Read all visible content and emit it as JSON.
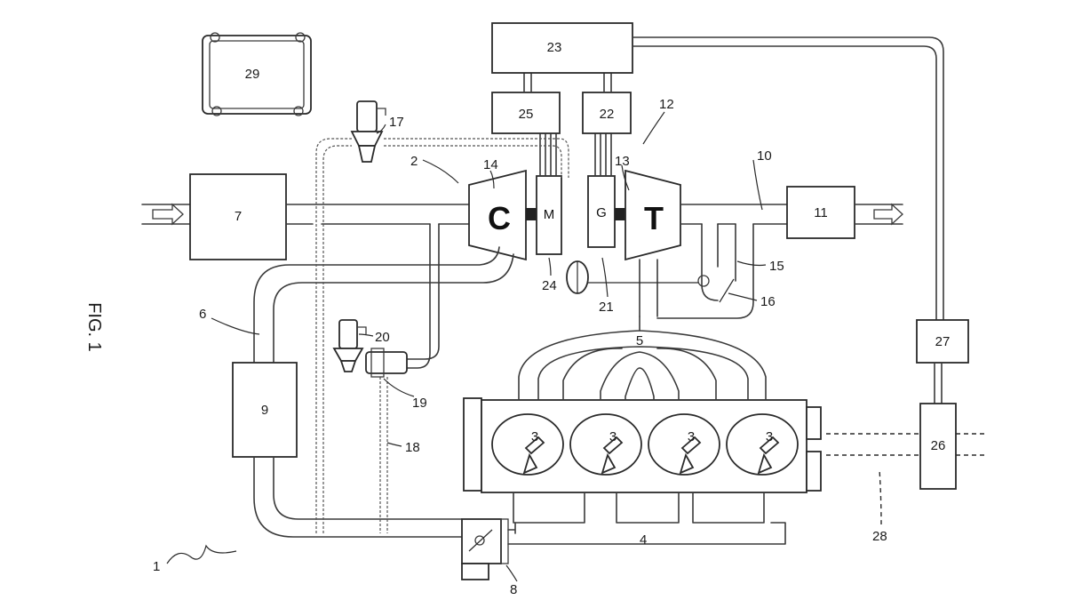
{
  "figure": {
    "title": "FIG. 1",
    "labels": {
      "l1": "1",
      "l2": "2",
      "l3": "3",
      "l4": "4",
      "l5": "5",
      "l6": "6",
      "l7": "7",
      "l8": "8",
      "l9": "9",
      "l10": "10",
      "l11": "11",
      "l12": "12",
      "l13": "13",
      "l14": "14",
      "l15": "15",
      "l16": "16",
      "l17": "17",
      "l18": "18",
      "l19": "19",
      "l20": "20",
      "l21": "21",
      "l22": "22",
      "l23": "23",
      "l24": "24",
      "l25": "25",
      "l26": "26",
      "l27": "27",
      "l28": "28",
      "l29": "29"
    },
    "components": {
      "compressor": "C",
      "turbine": "T",
      "motor": "M",
      "generator": "G"
    }
  }
}
